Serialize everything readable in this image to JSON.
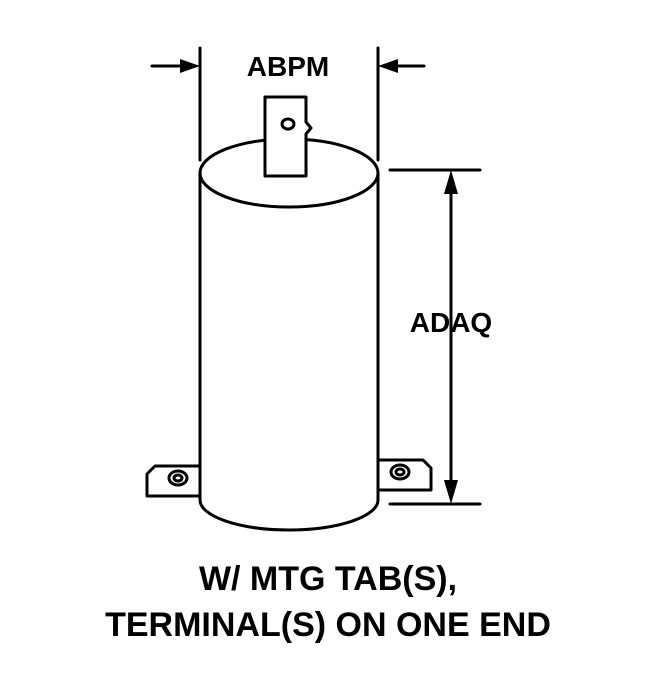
{
  "dimensions": {
    "width_label": "ABPM",
    "height_label": "ADAQ"
  },
  "caption": {
    "line1": "W/ MTG TAB(S),",
    "line2": "TERMINAL(S) ON ONE END"
  },
  "colors": {
    "stroke": "#000000",
    "background": "#ffffff"
  }
}
